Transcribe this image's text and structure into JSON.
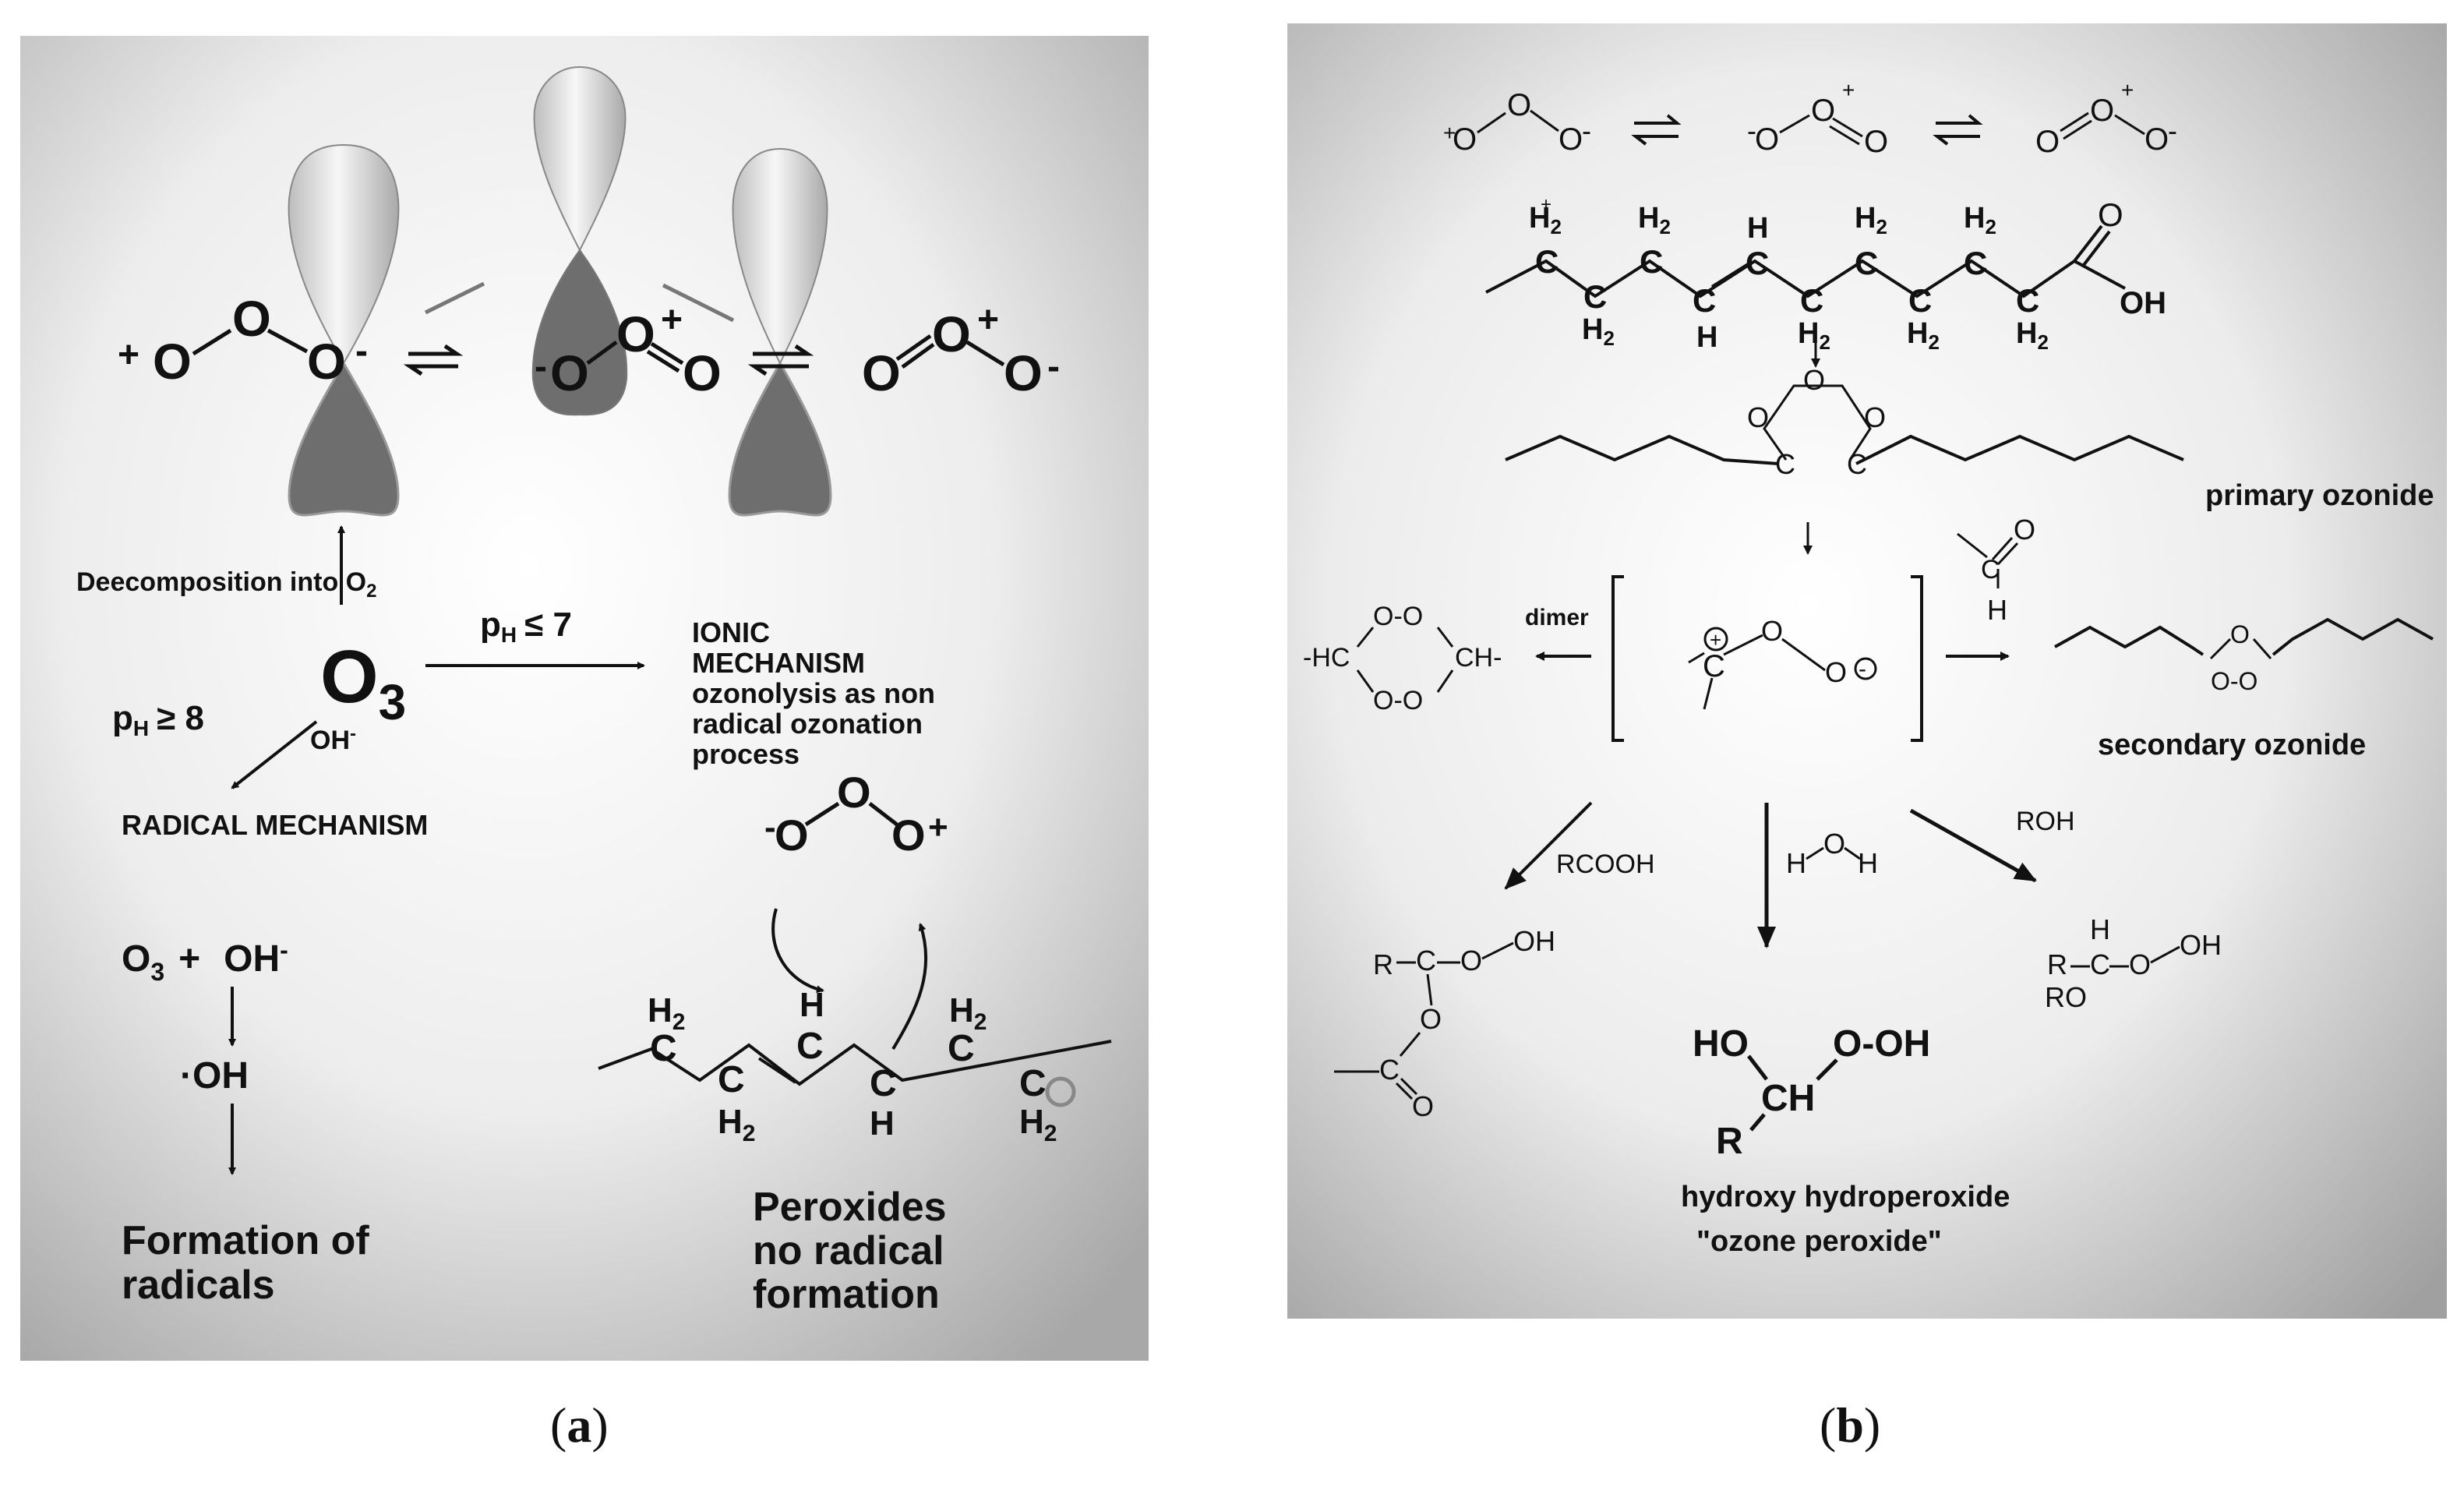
{
  "panel_a": {
    "ozone_left_plus": "+",
    "ozone_o": "O",
    "ozone_minus": "-",
    "ozone_plus": "+",
    "decomposition_label": "Deecomposition into O",
    "decomposition_sub": "2",
    "ph_low_label": "p",
    "ph_low_sub": "H",
    "ph_low_value": "≤ 7",
    "ph_high_label": "p",
    "ph_high_sub": "H",
    "ph_high_value": "≥ 8",
    "o3_main": "O",
    "o3_sub": "3",
    "oh_minus_label": "OH",
    "oh_minus_sup": "-",
    "ionic_lines": [
      "IONIC",
      "MECHANISM",
      "ozonolysis as non",
      "radical ozonation",
      "process"
    ],
    "radical_mechanism": "RADICAL MECHANISM",
    "reaction_o3": "O",
    "reaction_o3_sub": "3",
    "reaction_plus": "+",
    "reaction_oh": "OH",
    "reaction_oh_sup": "-",
    "hydroxyl_radical": "·OH",
    "formation_lines": [
      "Formation of",
      "radicals"
    ],
    "peroxide_lines": [
      "Peroxides",
      "no radical",
      "formation"
    ],
    "chain_h2": "H",
    "chain_h2_sub": "2",
    "chain_c": "C",
    "chain_h": "H"
  },
  "panel_b": {
    "o_letter": "O",
    "minus": "-",
    "plus": "+",
    "chain_h2": "H",
    "chain_h2_sub": "2",
    "chain_c": "C",
    "chain_h": "H",
    "chain_oh": "OH",
    "primary_ozonide": "primary ozonide",
    "dimer": "dimer",
    "dimer_hc": "-HC",
    "dimer_ch": "CH-",
    "dimer_oo": "O-O",
    "secondary_ozonide": "secondary ozonide",
    "secondary_oo": "O-O",
    "rcooh": "RCOOH",
    "water_h": "H",
    "water_o": "O",
    "roh": "ROH",
    "left_r": "R",
    "left_c": "C",
    "left_oh": "OH",
    "right_h": "H",
    "right_r": "R",
    "right_ro": "RO",
    "right_c": "C",
    "right_oh": "OH",
    "hho_ho": "HO",
    "hho_ooh": "O-OH",
    "hho_ch": "CH",
    "hho_r": "R",
    "hho_name": "hydroxy hydroperoxide",
    "hho_alias": "\"ozone peroxide\""
  },
  "captions": {
    "a_open": "(",
    "a_letter": "a",
    "a_close": ")",
    "b_open": "(",
    "b_letter": "b",
    "b_close": ")"
  },
  "colors": {
    "lobe_dark": "#6e6e6e",
    "lobe_light": "#eeeeee",
    "panel_center": "#ffffff",
    "panel_edge": "#9a9a9a"
  }
}
